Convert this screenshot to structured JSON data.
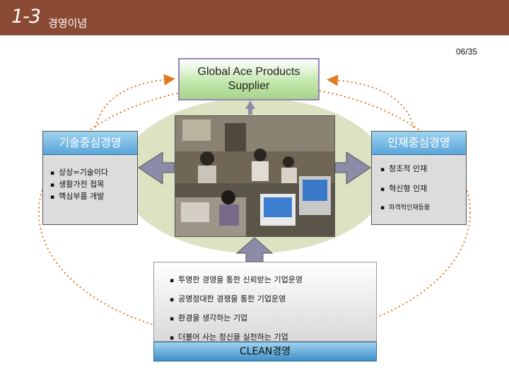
{
  "header": {
    "number": "1-3",
    "title": "경영이념"
  },
  "page_number": "06/35",
  "top_box": {
    "line1": "Global Ace Products",
    "line2": "Supplier"
  },
  "left_box": {
    "title": "기술중심경영",
    "items": [
      "상상=기술이다",
      "생활가전 접목",
      "핵심부품 개발"
    ]
  },
  "right_box": {
    "title": "인재중심경영",
    "items": [
      "창조적 인재",
      "혁신형 인재",
      "파격적인재등용"
    ]
  },
  "bottom_panel": {
    "items": [
      "투명한 경영을 통한 신뢰받는 기업운영",
      "공명정대한 경쟁을 통한 기업운영",
      "환경을 생각하는 기업",
      "더불어 사는 정신을 실천하는 기업"
    ],
    "footer": "CLEAN경영"
  },
  "colors": {
    "header": "#8b4a34",
    "accent_blue": "#5aa6da",
    "ellipse": "#dde2c2",
    "dotted_arrow": "#e07a20"
  }
}
